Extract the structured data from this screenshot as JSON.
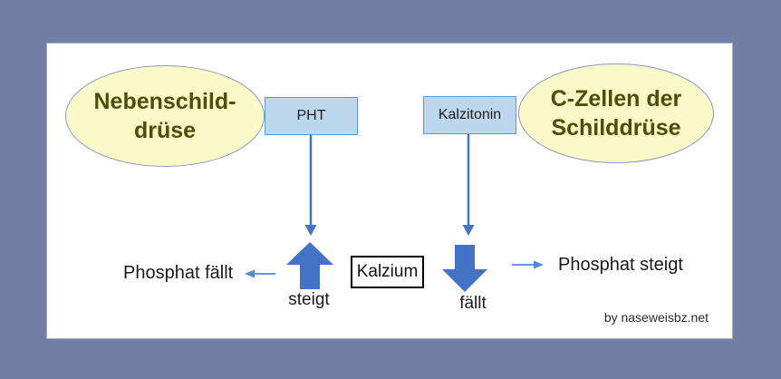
{
  "diagram": {
    "title_implicit": "Kalzium-Regulation",
    "left_gland": {
      "line1": "Nebenschild-",
      "line2": "drüse"
    },
    "right_gland": {
      "line1": "C-Zellen der",
      "line2": "Schilddrüse"
    },
    "hormone_left": "PHT",
    "hormone_right": "Kalzitonin",
    "center_box": "Kalzium",
    "up_arrow_label": "steigt",
    "down_arrow_label": "fällt",
    "left_effect": "Phosphat fällt",
    "right_effect": "Phosphat steigt",
    "credit": "by naseweisbz.net"
  },
  "colors": {
    "background": "#747DA3",
    "panel": "#FFFFFF",
    "ellipse_fill": "#FAFAC8",
    "ellipse_border": "#8A97C4",
    "ellipse_text": "#4E4E0A",
    "hormone_box_fill": "#BDD7EE",
    "hormone_box_border": "#5B9BD5",
    "arrow_blue": "#4472C4",
    "thin_arrow_blue": "#5585D8",
    "kalzium_border": "#000000"
  },
  "icons": {
    "up_block_arrow": "calcium-rises-arrow",
    "down_block_arrow": "calcium-falls-arrow",
    "left_thin_arrow": "phosphate-falls-arrow",
    "right_thin_arrow": "phosphate-rises-arrow"
  }
}
